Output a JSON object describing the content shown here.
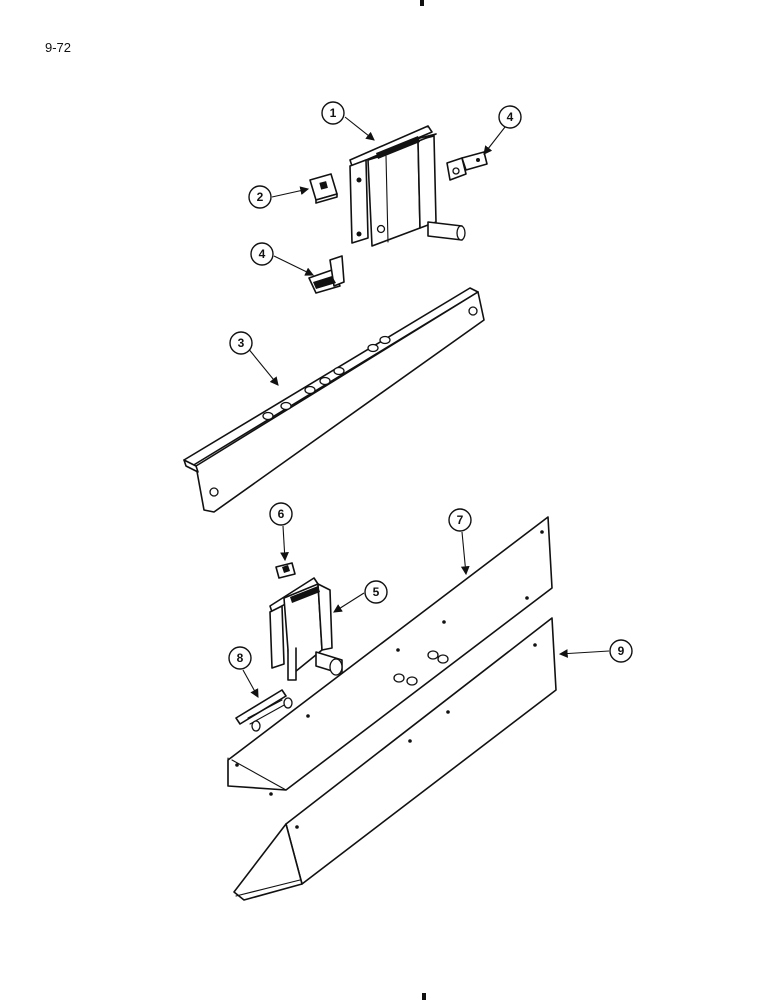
{
  "page_number": "9-72",
  "callouts": [
    {
      "id": "c1",
      "label": "1"
    },
    {
      "id": "c2",
      "label": "2"
    },
    {
      "id": "c3",
      "label": "3"
    },
    {
      "id": "c4a",
      "label": "4"
    },
    {
      "id": "c4b",
      "label": "4"
    },
    {
      "id": "c5",
      "label": "5"
    },
    {
      "id": "c6",
      "label": "6"
    },
    {
      "id": "c7",
      "label": "7"
    },
    {
      "id": "c8",
      "label": "8"
    },
    {
      "id": "c9",
      "label": "9"
    }
  ]
}
